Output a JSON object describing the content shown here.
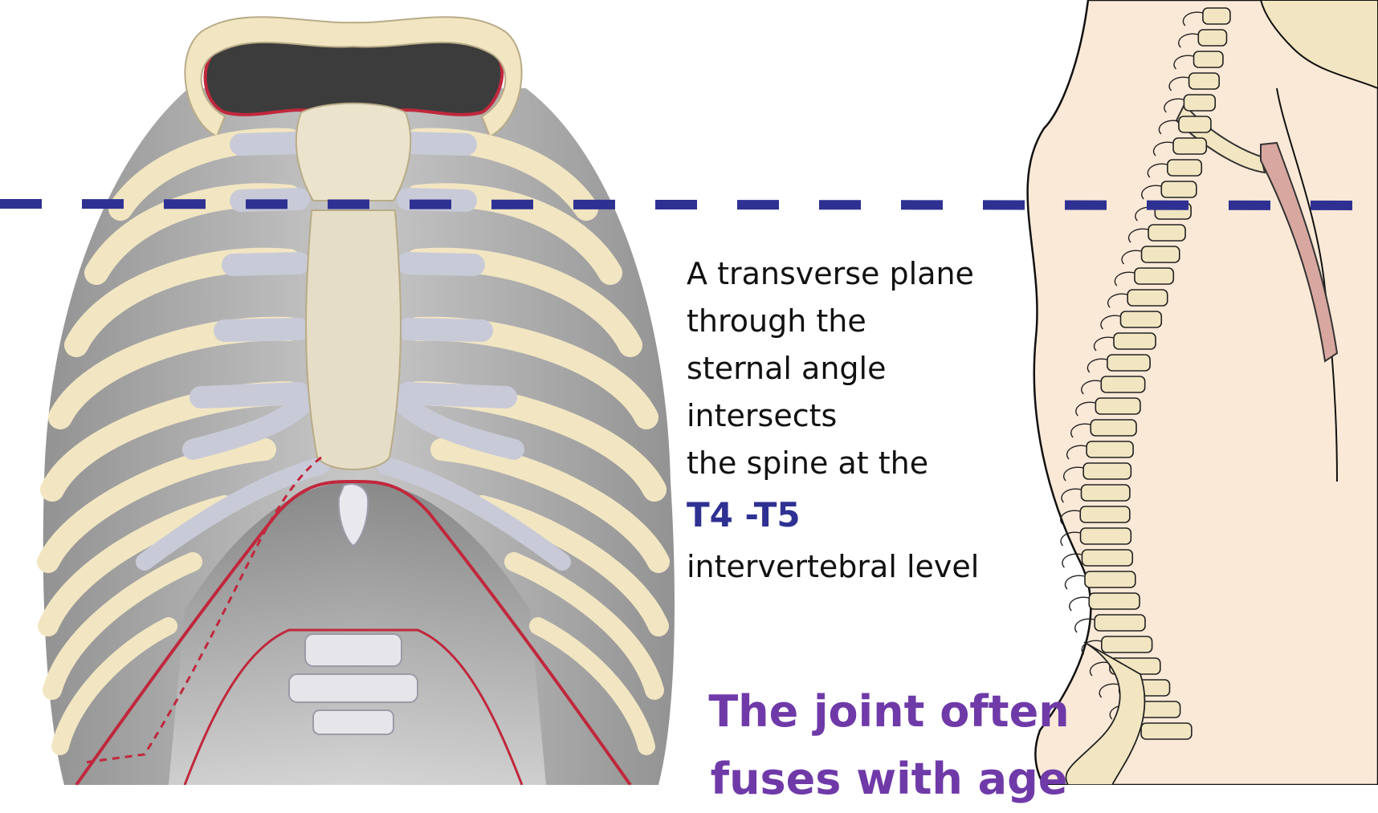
{
  "colors": {
    "plane_line": "#2e3192",
    "level_text": "#2e3192",
    "fuse_text": "#6f3aa8",
    "outline": "#c0283c",
    "bone": "#f2e6c2",
    "cartilage": "#c9cad8",
    "skin": "#fbe9d7"
  },
  "illustrations": {
    "rib_cage": "anterior-rib-cage-illustration",
    "spine": "lateral-spine-illustration"
  },
  "caption": {
    "line1": "A transverse plane",
    "line2": "through the",
    "line3": "sternal angle",
    "line4": "intersects",
    "line5": "the spine at the",
    "level": "T4 -T5",
    "line6": "intervertebral level"
  },
  "note": {
    "line1": "The joint often",
    "line2": "fuses with age"
  }
}
